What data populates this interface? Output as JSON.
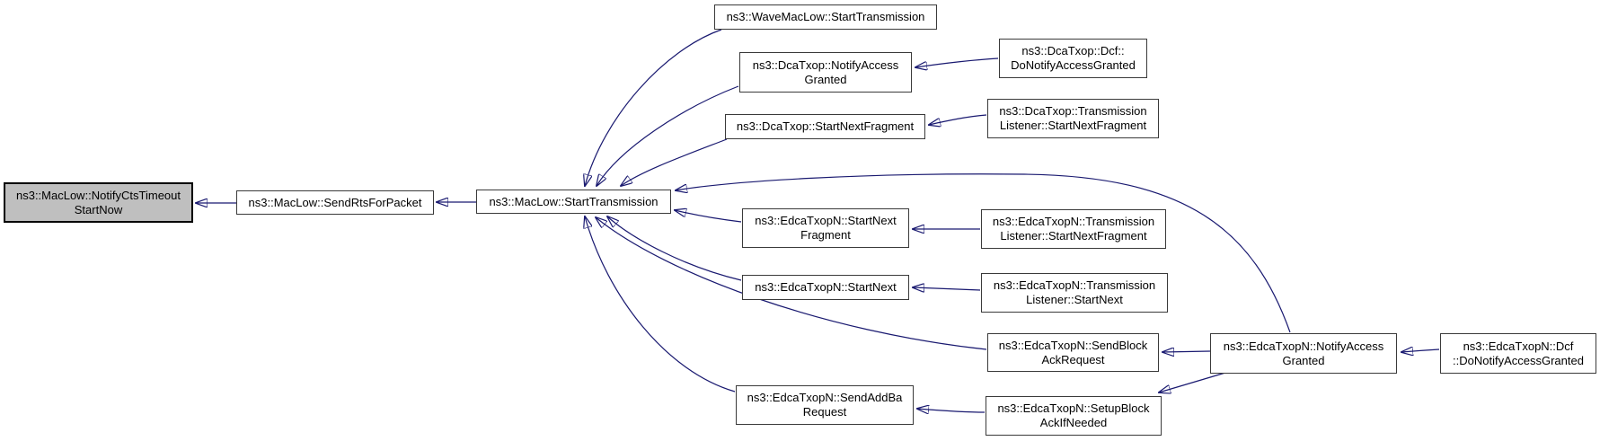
{
  "diagram": {
    "type": "call-graph",
    "focus_node": "maclow_notify_cts_timeout_start_now",
    "colors": {
      "edge": "#191970",
      "node_border": "#3a3a3a",
      "node_fill": "#ffffff",
      "highlight_fill": "#bfbfbf",
      "background": "#ffffff"
    },
    "nodes": {
      "maclow_notify_cts_timeout_start_now": {
        "label": "ns3::MacLow::NotifyCtsTimeoutStartNow",
        "lines": [
          "ns3::MacLow::NotifyCtsTimeout",
          "StartNow"
        ],
        "highlighted": true
      },
      "maclow_send_rts_for_packet": {
        "label": "ns3::MacLow::SendRtsForPacket",
        "lines": [
          "ns3::MacLow::SendRtsForPacket"
        ]
      },
      "maclow_start_transmission": {
        "label": "ns3::MacLow::StartTransmission",
        "lines": [
          "ns3::MacLow::StartTransmission"
        ]
      },
      "wavemaclow_start_transmission": {
        "label": "ns3::WaveMacLow::StartTransmission",
        "lines": [
          "ns3::WaveMacLow::StartTransmission"
        ]
      },
      "dcatxop_notify_access_granted": {
        "label": "ns3::DcaTxop::NotifyAccessGranted",
        "lines": [
          "ns3::DcaTxop::NotifyAccess",
          "Granted"
        ]
      },
      "dcatxop_dcf_do_notify_access_granted": {
        "label": "ns3::DcaTxop::Dcf::DoNotifyAccessGranted",
        "lines": [
          "ns3::DcaTxop::Dcf::",
          "DoNotifyAccessGranted"
        ]
      },
      "dcatxop_start_next_fragment": {
        "label": "ns3::DcaTxop::StartNextFragment",
        "lines": [
          "ns3::DcaTxop::StartNextFragment"
        ]
      },
      "dcatxop_listener_start_next_fragment": {
        "label": "ns3::DcaTxop::TransmissionListener::StartNextFragment",
        "lines": [
          "ns3::DcaTxop::Transmission",
          "Listener::StartNextFragment"
        ]
      },
      "edcatxopn_start_next_fragment": {
        "label": "ns3::EdcaTxopN::StartNextFragment",
        "lines": [
          "ns3::EdcaTxopN::StartNext",
          "Fragment"
        ]
      },
      "edcatxopn_listener_start_next_fragment": {
        "label": "ns3::EdcaTxopN::TransmissionListener::StartNextFragment",
        "lines": [
          "ns3::EdcaTxopN::Transmission",
          "Listener::StartNextFragment"
        ]
      },
      "edcatxopn_start_next": {
        "label": "ns3::EdcaTxopN::StartNext",
        "lines": [
          "ns3::EdcaTxopN::StartNext"
        ]
      },
      "edcatxopn_listener_start_next": {
        "label": "ns3::EdcaTxopN::TransmissionListener::StartNext",
        "lines": [
          "ns3::EdcaTxopN::Transmission",
          "Listener::StartNext"
        ]
      },
      "edcatxopn_send_block_ack_request": {
        "label": "ns3::EdcaTxopN::SendBlockAckRequest",
        "lines": [
          "ns3::EdcaTxopN::SendBlock",
          "AckRequest"
        ]
      },
      "edcatxopn_notify_access_granted": {
        "label": "ns3::EdcaTxopN::NotifyAccessGranted",
        "lines": [
          "ns3::EdcaTxopN::NotifyAccess",
          "Granted"
        ]
      },
      "edcatxopn_dcf_do_notify_access_granted": {
        "label": "ns3::EdcaTxopN::Dcf::DoNotifyAccessGranted",
        "lines": [
          "ns3::EdcaTxopN::Dcf",
          "::DoNotifyAccessGranted"
        ]
      },
      "edcatxopn_send_add_ba_request": {
        "label": "ns3::EdcaTxopN::SendAddBaRequest",
        "lines": [
          "ns3::EdcaTxopN::SendAddBa",
          "Request"
        ]
      },
      "edcatxopn_setup_block_ack_if_needed": {
        "label": "ns3::EdcaTxopN::SetupBlockAckIfNeeded",
        "lines": [
          "ns3::EdcaTxopN::SetupBlock",
          "AckIfNeeded"
        ]
      }
    },
    "edges": [
      {
        "from": "maclow_send_rts_for_packet",
        "to": "maclow_notify_cts_timeout_start_now"
      },
      {
        "from": "maclow_start_transmission",
        "to": "maclow_send_rts_for_packet"
      },
      {
        "from": "wavemaclow_start_transmission",
        "to": "maclow_start_transmission"
      },
      {
        "from": "dcatxop_notify_access_granted",
        "to": "maclow_start_transmission"
      },
      {
        "from": "dcatxop_start_next_fragment",
        "to": "maclow_start_transmission"
      },
      {
        "from": "edcatxopn_notify_access_granted",
        "to": "maclow_start_transmission"
      },
      {
        "from": "edcatxopn_start_next_fragment",
        "to": "maclow_start_transmission"
      },
      {
        "from": "edcatxopn_start_next",
        "to": "maclow_start_transmission"
      },
      {
        "from": "edcatxopn_send_block_ack_request",
        "to": "maclow_start_transmission"
      },
      {
        "from": "edcatxopn_send_add_ba_request",
        "to": "maclow_start_transmission"
      },
      {
        "from": "dcatxop_dcf_do_notify_access_granted",
        "to": "dcatxop_notify_access_granted"
      },
      {
        "from": "dcatxop_listener_start_next_fragment",
        "to": "dcatxop_start_next_fragment"
      },
      {
        "from": "edcatxopn_listener_start_next_fragment",
        "to": "edcatxopn_start_next_fragment"
      },
      {
        "from": "edcatxopn_listener_start_next",
        "to": "edcatxopn_start_next"
      },
      {
        "from": "edcatxopn_notify_access_granted",
        "to": "edcatxopn_send_block_ack_request"
      },
      {
        "from": "edcatxopn_dcf_do_notify_access_granted",
        "to": "edcatxopn_notify_access_granted"
      },
      {
        "from": "edcatxopn_setup_block_ack_if_needed",
        "to": "edcatxopn_send_add_ba_request"
      },
      {
        "from": "edcatxopn_notify_access_granted",
        "to": "edcatxopn_setup_block_ack_if_needed"
      }
    ]
  }
}
